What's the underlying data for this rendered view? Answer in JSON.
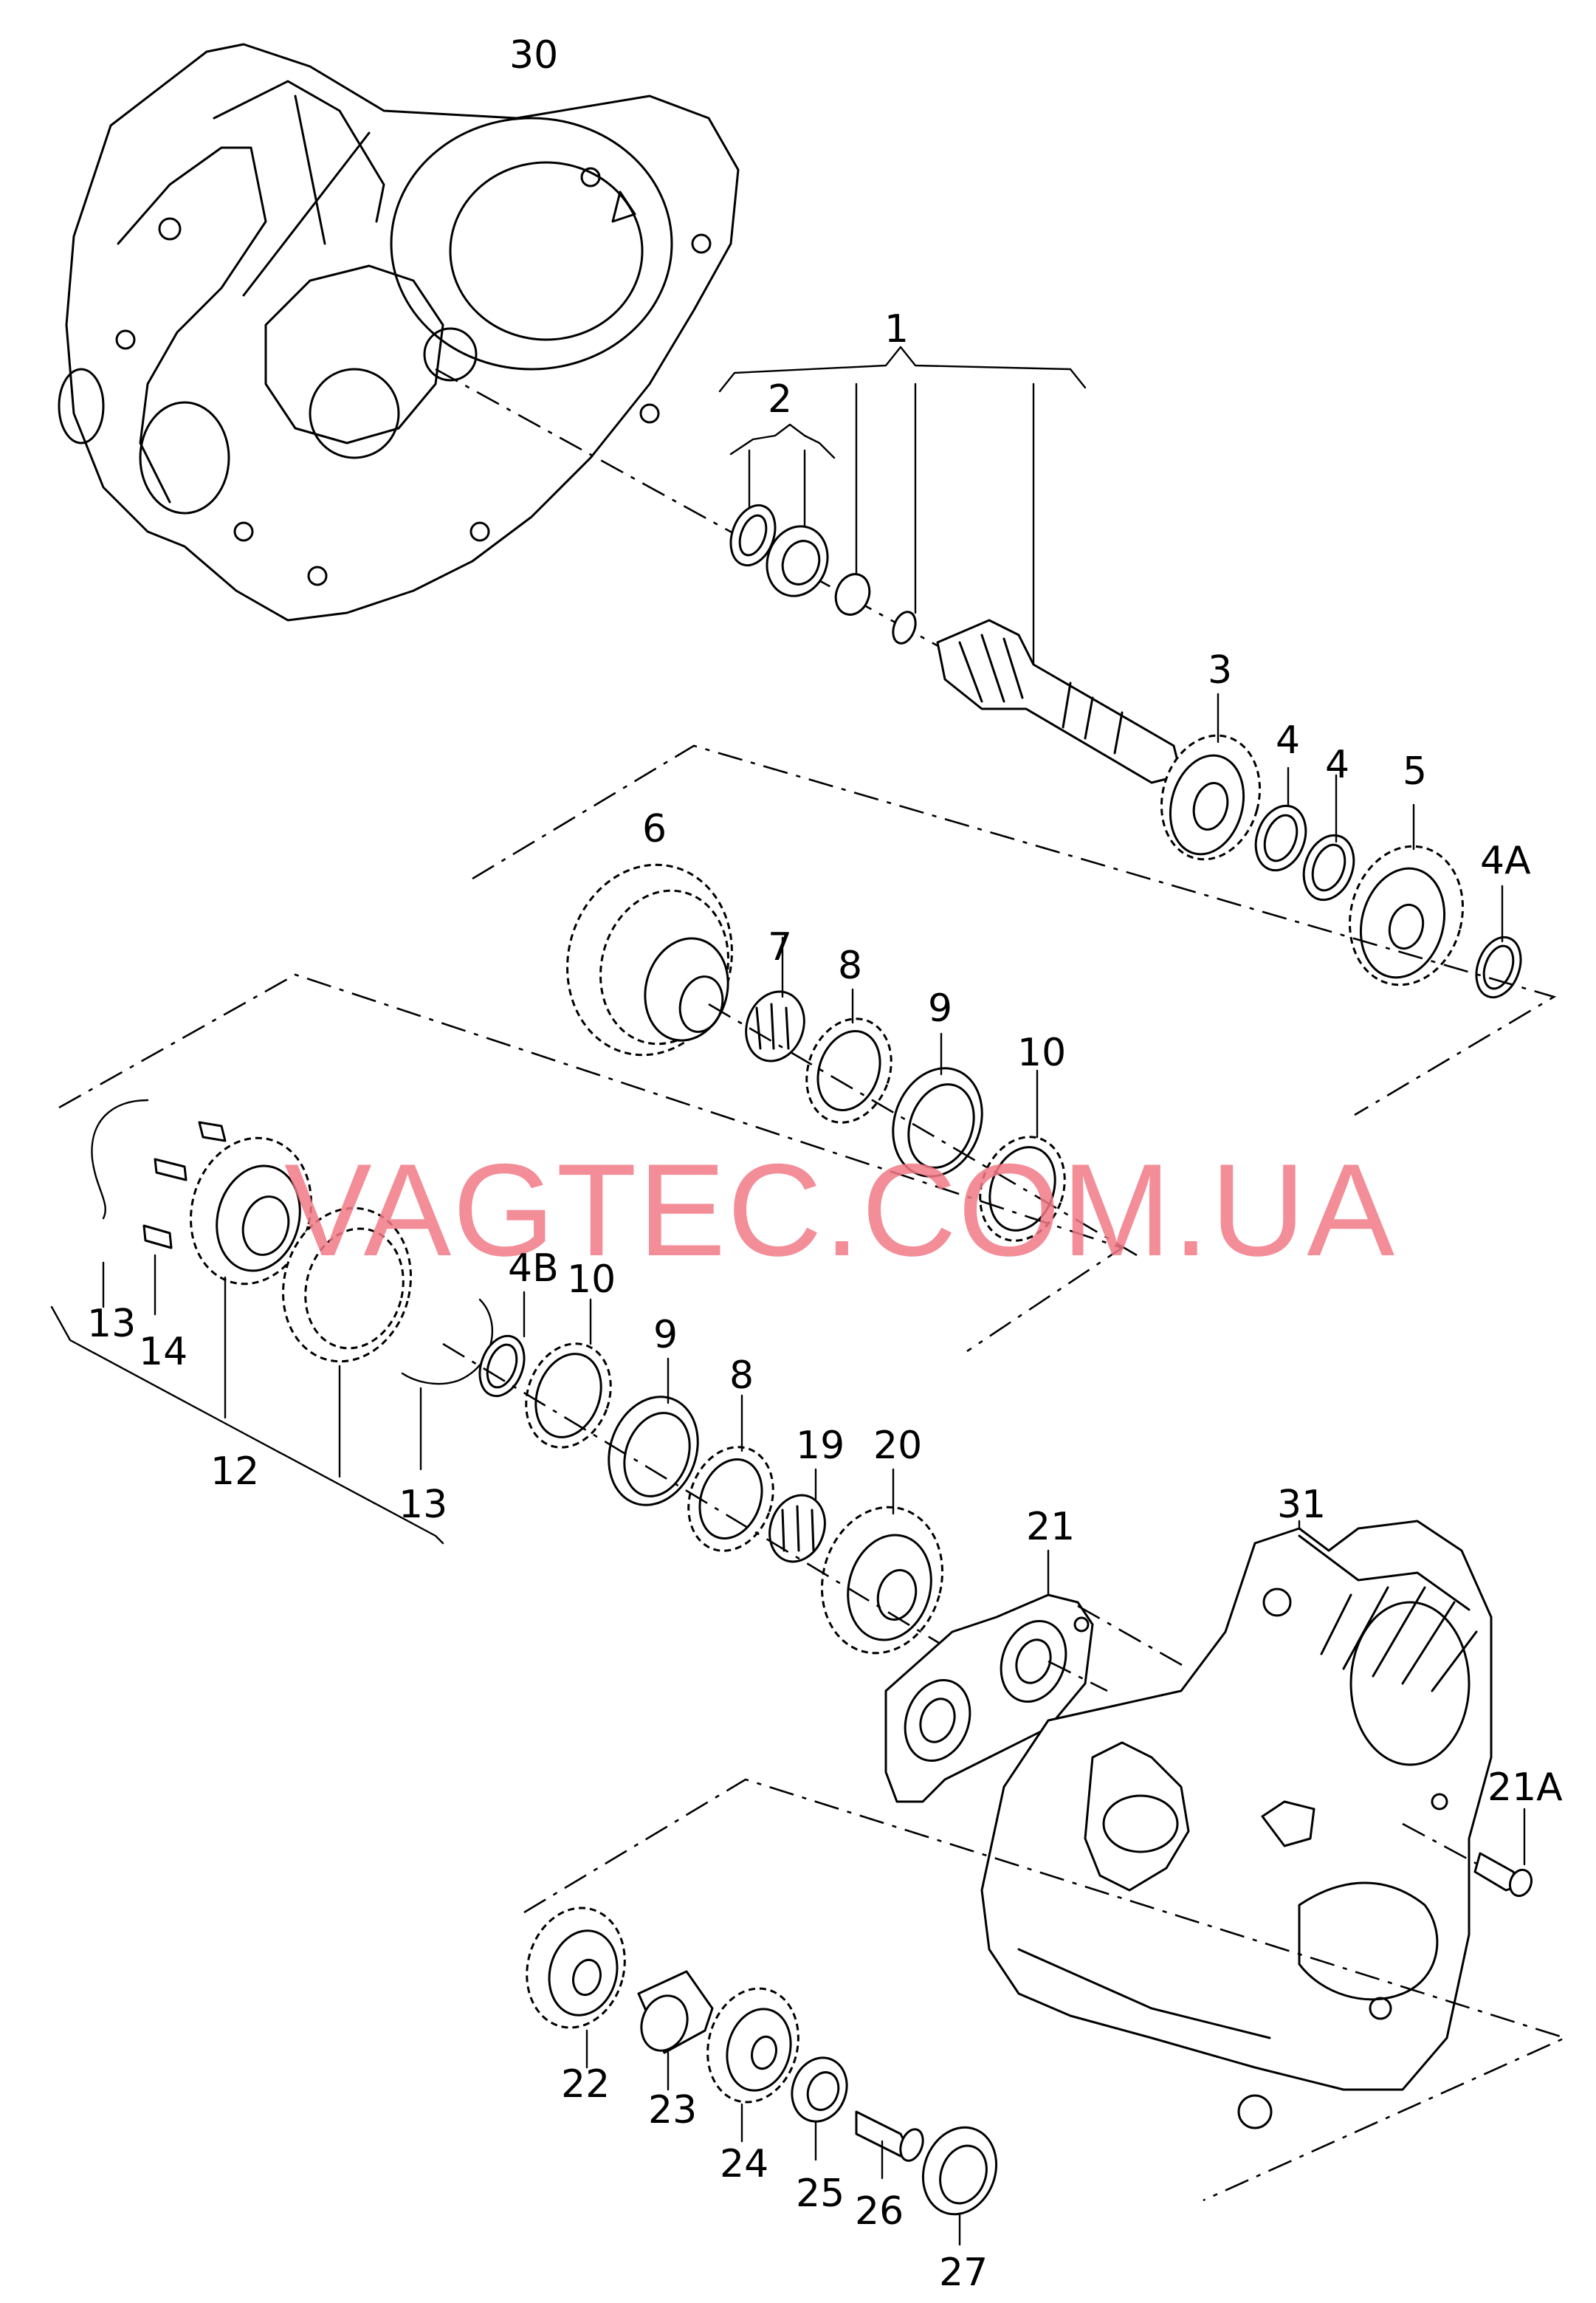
{
  "watermark": "VAGTEC.COM.UA",
  "colors": {
    "line": "#000000",
    "watermark": "#f27a86",
    "background": "#ffffff"
  },
  "labels": {
    "l30": "30",
    "l1": "1",
    "l2": "2",
    "l3": "3",
    "l4a": "4",
    "l4b": "4",
    "l5": "5",
    "l4A": "4A",
    "l6": "6",
    "l7": "7",
    "l8a": "8",
    "l9a": "9",
    "l10a": "10",
    "l13a": "13",
    "l14": "14",
    "l12": "12",
    "l13b": "13",
    "l4B": "4B",
    "l10b": "10",
    "l9b": "9",
    "l8b": "8",
    "l19": "19",
    "l20": "20",
    "l21": "21",
    "l31": "31",
    "l21A": "21A",
    "l22": "22",
    "l23": "23",
    "l24": "24",
    "l25": "25",
    "l26": "26",
    "l27": "27"
  }
}
